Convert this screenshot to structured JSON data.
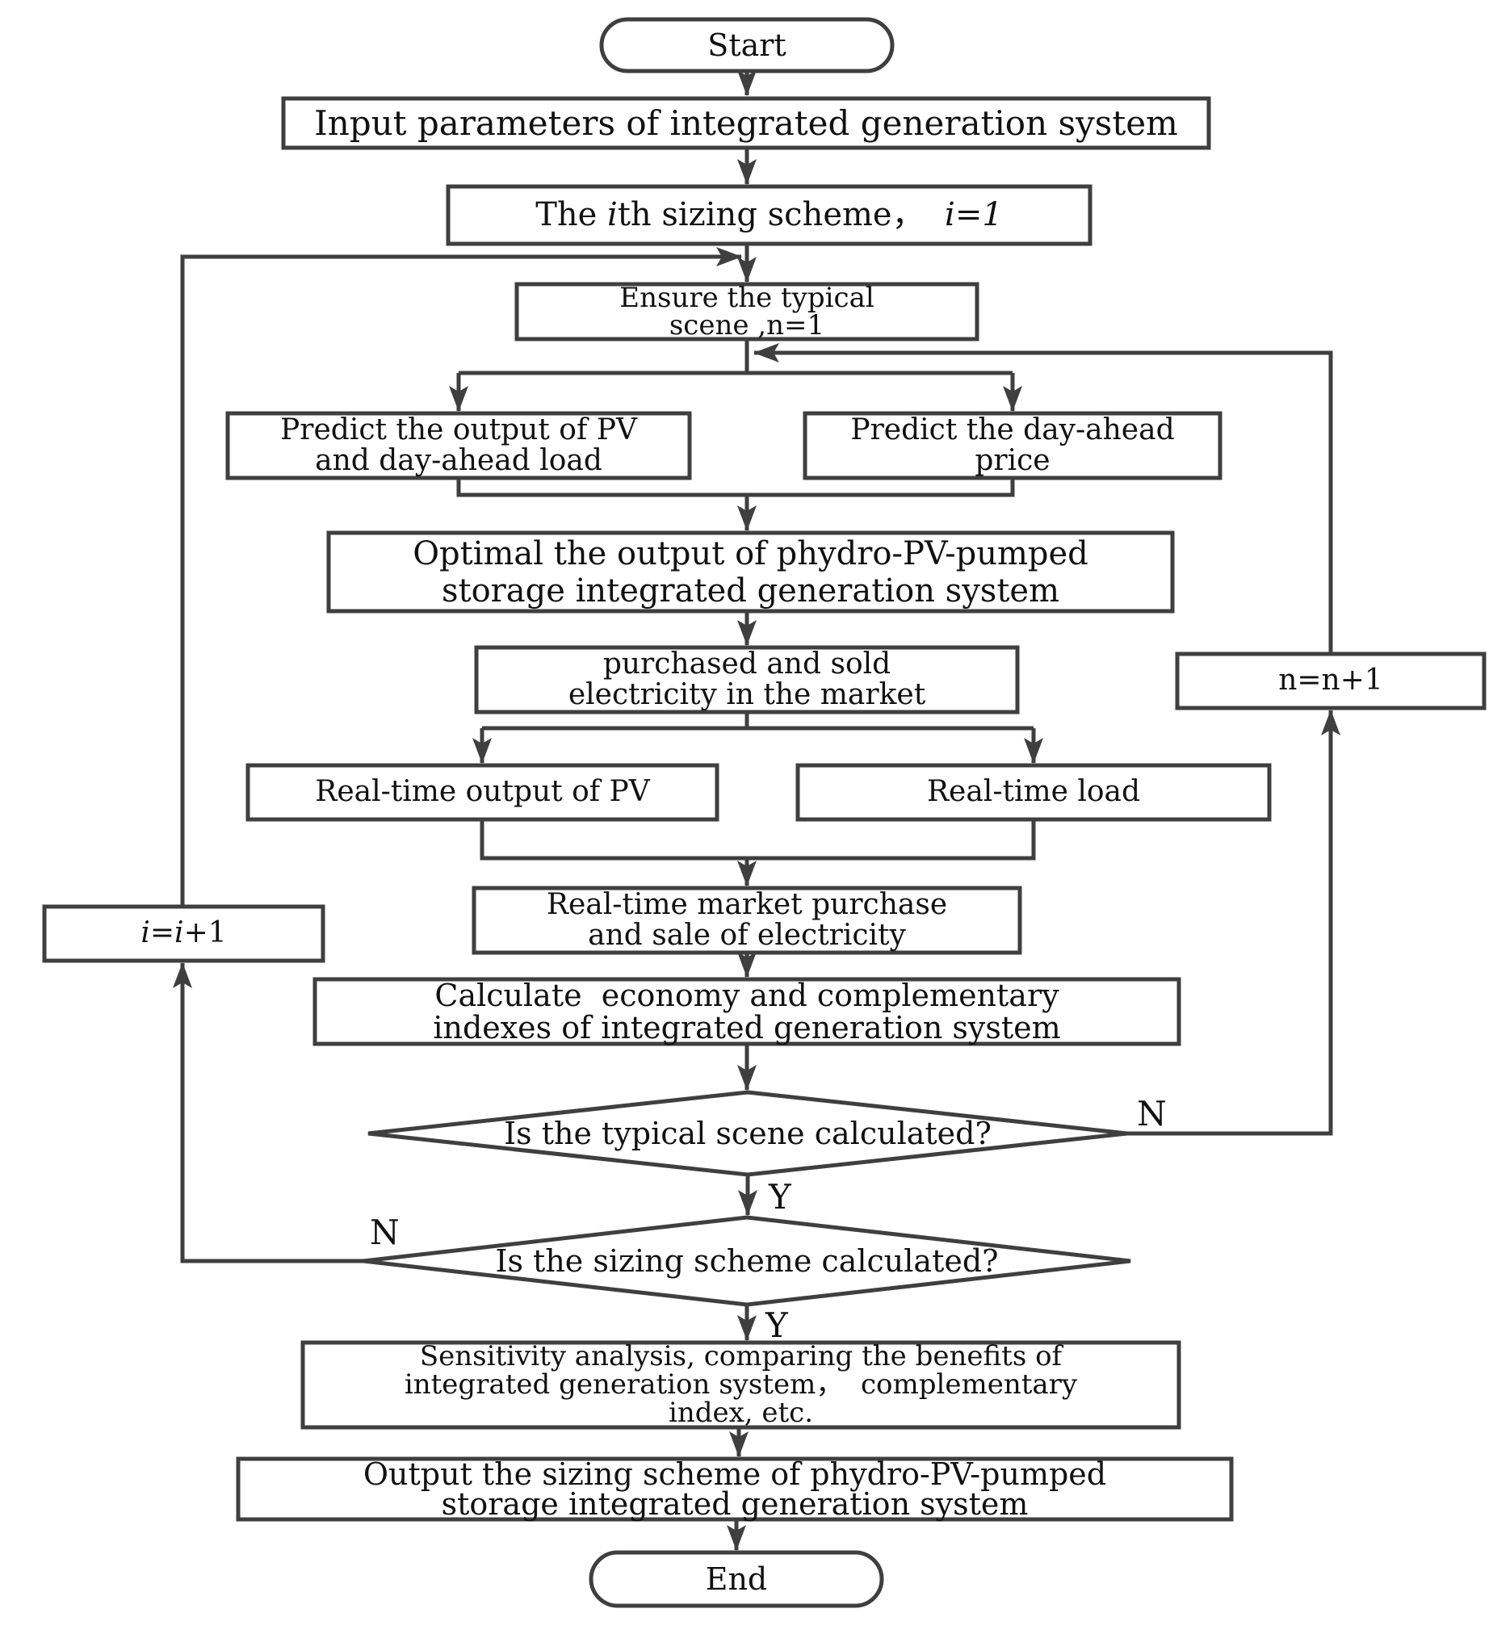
{
  "colors": {
    "line": "#3f3f3f",
    "text": "#111111",
    "background": "#ffffff"
  },
  "nodes": {
    "start": {
      "label": "Start"
    },
    "input": {
      "label": "Input parameters of integrated generation system"
    },
    "sizing_scheme": {
      "prefix": "The ",
      "i1": "i",
      "mid": "th sizing scheme，  ",
      "i2": "i=1"
    },
    "ensure_scene": {
      "label": "Ensure the typical\nscene ,n=1"
    },
    "predict_pv_load": {
      "label": "Predict the output of PV\nand day-ahead load"
    },
    "predict_price": {
      "label": "Predict the day-ahead\nprice"
    },
    "optimal_output": {
      "label": "Optimal the output of phydro-PV-pumped\nstorage integrated generation system"
    },
    "purchased_sold": {
      "label": "purchased and sold\nelectricity in the market"
    },
    "realtime_pv": {
      "label": "Real-time output of PV"
    },
    "realtime_load": {
      "label": "Real-time load"
    },
    "realtime_market": {
      "label": "Real-time market purchase\nand sale of electricity"
    },
    "calc_indexes": {
      "label": "Calculate  economy and complementary\nindexes of integrated generation system"
    },
    "decision_scene": {
      "label": "Is the typical scene calculated?"
    },
    "decision_scheme": {
      "label": "Is the sizing scheme calculated?"
    },
    "n_increment": {
      "label": "n=n+1"
    },
    "i_increment": {
      "i1": "i",
      "eq": "=",
      "i2": "i",
      "plus": "+1"
    },
    "sensitivity": {
      "label": "Sensitivity analysis, comparing the benefits of\nintegrated generation system，  complementary\nindex, etc."
    },
    "output": {
      "label": "Output the sizing scheme of phydro-PV-pumped\nstorage integrated generation system"
    },
    "end": {
      "label": "End"
    }
  },
  "edge_labels": {
    "scene_no": "N",
    "scene_yes": "Y",
    "scheme_no": "N",
    "scheme_yes": "Y"
  }
}
